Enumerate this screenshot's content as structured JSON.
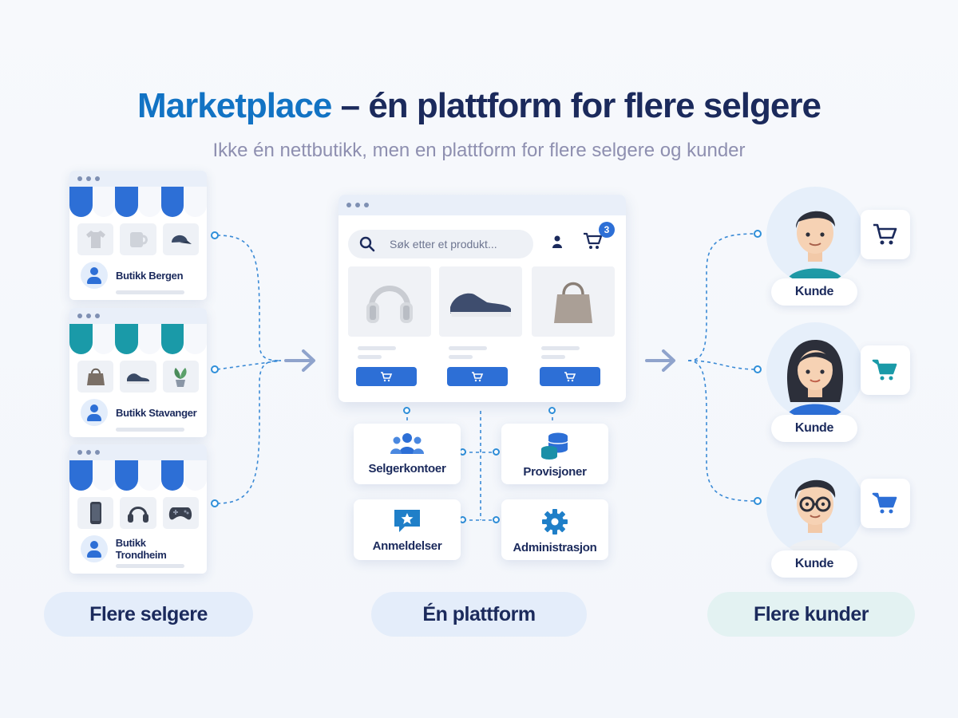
{
  "title": {
    "part1": "Marketplace",
    "part2": " – én plattform for flere selgere"
  },
  "subtitle": "Ikke én nettbutikk, men en plattform for flere selgere og kunder",
  "sellers": [
    {
      "name": "Butikk Bergen",
      "awning_color": "#2d6fd6",
      "products": [
        "t-shirt-icon",
        "mug-icon",
        "cap-icon"
      ]
    },
    {
      "name": "Butikk Stavanger",
      "awning_color": "#1a9aa8",
      "products": [
        "handbag-icon",
        "sneaker-icon",
        "plant-icon"
      ]
    },
    {
      "name": "Butikk Trondheim",
      "awning_color": "#2d6fd6",
      "products": [
        "phone-icon",
        "headphones-icon",
        "gamepad-icon"
      ]
    }
  ],
  "platform": {
    "search_placeholder": "Søk etter et produkt...",
    "cart_count": "3",
    "products": [
      "headphones-icon",
      "sneaker-icon",
      "handbag-icon"
    ]
  },
  "features": [
    {
      "label": "Selgerkontoer",
      "icon": "users-icon"
    },
    {
      "label": "Provisjoner",
      "icon": "coins-icon"
    },
    {
      "label": "Anmeldelser",
      "icon": "review-star-icon"
    },
    {
      "label": "Administrasjon",
      "icon": "gear-icon"
    }
  ],
  "customers": [
    {
      "label": "Kunde"
    },
    {
      "label": "Kunde"
    },
    {
      "label": "Kunde"
    }
  ],
  "pills": {
    "sellers": "Flere selgere",
    "platform": "Én plattform",
    "customers": "Flere kunder"
  },
  "colors": {
    "primary": "#2d6fd6",
    "teal": "#1a9aa8",
    "title_blue": "#1273c4",
    "navy": "#1b2a5c"
  }
}
